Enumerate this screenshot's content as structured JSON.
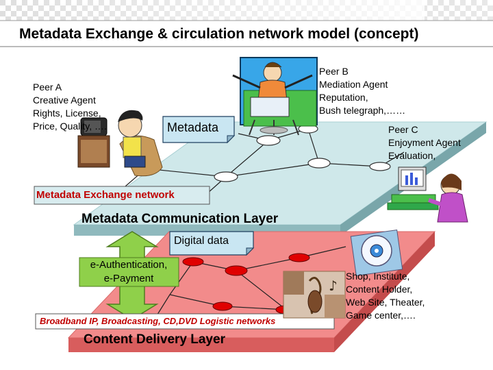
{
  "title": "Metadata Exchange & circulation network model (concept)",
  "peers": {
    "a": {
      "lines": [
        "Peer A",
        "Creative Agent",
        "Rights, License,",
        "Price, Quality, …."
      ]
    },
    "b": {
      "lines": [
        "Peer B",
        "Mediation Agent",
        "Reputation,",
        "Bush telegraph,……"
      ]
    },
    "c": {
      "lines": [
        "Peer C",
        "Enjoyment Agent",
        "Evaluation,"
      ]
    }
  },
  "labels": {
    "metadata": "Metadata",
    "exchange_network": "Metadata Exchange network",
    "communication_layer": "Metadata Communication Layer",
    "digital_data": "Digital data",
    "auth_line1": "e-Authentication,",
    "auth_line2": "e-Payment",
    "broadband": "Broadband IP, Broadcasting, CD,DVD Logistic networks",
    "delivery_layer": "Content Delivery Layer"
  },
  "shop": {
    "lines": [
      "Shop, Institute,",
      "Content Holder,",
      "Web Site, Theater,",
      "Game center,…."
    ]
  },
  "colors": {
    "upper_plane": "#cfe8ea",
    "upper_side": "#8fb9bd",
    "lower_plane": "#f28b8b",
    "lower_side": "#d85d5d",
    "upper_node": "#ffffff",
    "lower_node": "#e00000",
    "arrow": "#8fd04a",
    "note": "#c9e6f2"
  },
  "icons": [
    "person-at-tv-icon",
    "person-at-desk-icon",
    "woman-at-computer-icon",
    "disc-icon",
    "music-collage-icon"
  ]
}
